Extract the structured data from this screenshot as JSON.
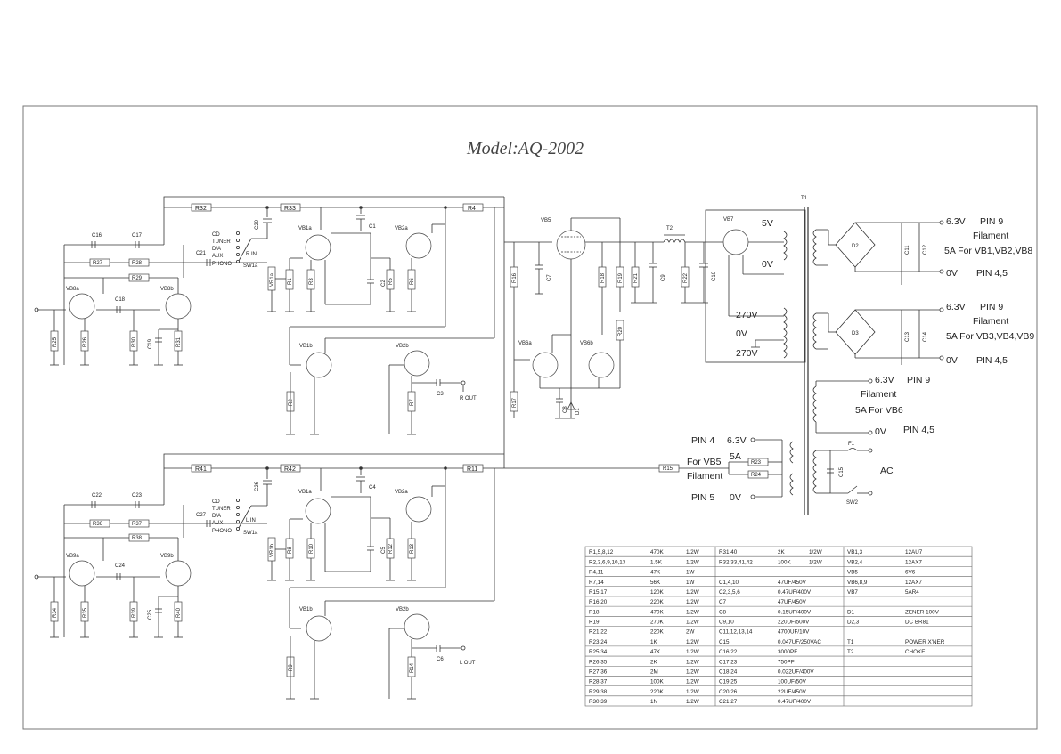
{
  "title": "Model:AQ-2002",
  "tubes": {
    "vb8a": "VB8a",
    "vb8b": "VB8b",
    "vb1a": "VB1a",
    "vb2a": "VB2a",
    "vb1b": "VB1b",
    "vb2b": "VB2b",
    "vb5": "VB5",
    "vb6a": "VB6a",
    "vb6b": "VB6b",
    "vb7": "VB7",
    "vb9a": "VB9a",
    "vb9b": "VB9b",
    "vb1a2": "VB1a",
    "vb2a2": "VB2a",
    "vb1b2": "VB1b",
    "vb2b2": "VB2b"
  },
  "selector": [
    "CD",
    "TUNER",
    "D/A",
    "AUX",
    "PHONO"
  ],
  "selector_labels": {
    "r_in": "R IN",
    "l_in": "L IN",
    "sw_top": "SW1a",
    "sw_bottom": "SW1a"
  },
  "outputs": {
    "r_out": "R OUT",
    "l_out": "L OUT"
  },
  "components_top": {
    "r32": "R32",
    "r33": "R33",
    "r4": "R4",
    "c16": "C16",
    "c17": "C17",
    "r27": "R27",
    "r28": "R28",
    "c21": "C21",
    "r29": "R29",
    "c18": "C18",
    "r25": "R25",
    "r26": "R26",
    "r30": "R30",
    "c19": "C19",
    "r31": "R31",
    "c20": "C20",
    "c1": "C1",
    "vr1a": "VR1a",
    "r1": "R1",
    "r3": "R3",
    "c2": "C2",
    "r5": "R5",
    "r6": "R6",
    "r2": "R2",
    "r7": "R7",
    "c3": "C3"
  },
  "components_bottom": {
    "r41": "R41",
    "r42": "R42",
    "r11": "R11",
    "c22": "C22",
    "c23": "C23",
    "r36": "R36",
    "r37": "R37",
    "c27": "C27",
    "r38": "R38",
    "c24": "C24",
    "r34": "R34",
    "r35": "R35",
    "r39": "R39",
    "c25": "C25",
    "r40": "R40",
    "c26": "C26",
    "c4": "C4",
    "vr1b": "VR1b",
    "r8": "R8",
    "r10": "R10",
    "c5": "C5",
    "r13": "R13",
    "r12": "R12",
    "r9": "R9",
    "r14": "R14",
    "c6": "C6"
  },
  "components_psu": {
    "r16": "R16",
    "c7": "C7",
    "r18": "R18",
    "r19": "R19",
    "r21": "R21",
    "c9": "C9",
    "r22": "R22",
    "c10": "C10",
    "t2": "T2",
    "r17": "R17",
    "r20": "R20",
    "c8": "C8",
    "d1": "D1",
    "r15": "R15",
    "r23": "R23",
    "r24": "R24",
    "d2": "D2",
    "d3": "D3",
    "c11": "C11",
    "c12": "C12",
    "c13": "C13",
    "c14": "C14",
    "c15": "C15",
    "f1": "F1",
    "sw2": "SW2",
    "t1": "T1"
  },
  "psu_text": {
    "v5": "5V",
    "v0a": "0V",
    "v270a": "270V",
    "v0b": "0V",
    "v270b": "270V",
    "f1_v": "6.3V",
    "f1_pin": "PIN 9",
    "f1_fil": "Filament",
    "f1_for": "5A For VB1,VB2,VB8",
    "f1_0v": "0V",
    "f1_pin45": "PIN 4,5",
    "f2_v": "6.3V",
    "f2_pin": "PIN 9",
    "f2_fil": "Filament",
    "f2_for": "5A For VB3,VB4,VB9",
    "f2_0v": "0V",
    "f2_pin45": "PIN 4,5",
    "f3_v": "6.3V",
    "f3_pin": "PIN 9",
    "f3_fil": "Filament",
    "f3_for": "5A For VB6",
    "f3_0v": "0V",
    "f3_pin45": "PIN 4,5",
    "pin4": "PIN 4",
    "v63": "6.3V",
    "a5": "5A",
    "for_vb5": "For VB5",
    "filament": "Filament",
    "pin5": "PIN 5",
    "v0c": "0V",
    "ac": "AC"
  },
  "parts_table": [
    {
      "ref": "R1,5,8,12",
      "val": "470K",
      "w": "1/2W",
      "ref2": "R31,40",
      "val2": "2K",
      "w2": "1/2W",
      "ref3": "VB1,3",
      "val3": "12AU7"
    },
    {
      "ref": "R2,3,6,9,10,13",
      "val": "1.5K",
      "w": "1/2W",
      "ref2": "R32,33,41,42",
      "val2": "100K",
      "w2": "1/2W",
      "ref3": "VB2,4",
      "val3": "12AX7"
    },
    {
      "ref": "R4,11",
      "val": "47K",
      "w": "1W",
      "ref2": "",
      "val2": "",
      "w2": "",
      "ref3": "VB5",
      "val3": "6V6"
    },
    {
      "ref": "R7,14",
      "val": "56K",
      "w": "1W",
      "ref2": "C1,4,10",
      "val2": "47UF/450V",
      "w2": "",
      "ref3": "VB6,8,9",
      "val3": "12AX7"
    },
    {
      "ref": "R15,17",
      "val": "120K",
      "w": "1/2W",
      "ref2": "C2,3,5,6",
      "val2": "0.47UF/400V",
      "w2": "",
      "ref3": "VB7",
      "val3": "5AR4"
    },
    {
      "ref": "R16,20",
      "val": "220K",
      "w": "1/2W",
      "ref2": "C7",
      "val2": "47UF/450V",
      "w2": "",
      "ref3": "",
      "val3": ""
    },
    {
      "ref": "R18",
      "val": "470K",
      "w": "1/2W",
      "ref2": "C8",
      "val2": "0.15UF/400V",
      "w2": "",
      "ref3": "D1",
      "val3": "ZENER 100V"
    },
    {
      "ref": "R19",
      "val": "270K",
      "w": "1/2W",
      "ref2": "C9,10",
      "val2": "220UF/500V",
      "w2": "",
      "ref3": "D2,3",
      "val3": "DC BR81"
    },
    {
      "ref": "R21,22",
      "val": "220K",
      "w": "2W",
      "ref2": "C11,12,13,14",
      "val2": "4700UF/10V",
      "w2": "",
      "ref3": "",
      "val3": ""
    },
    {
      "ref": "R23,24",
      "val": "1K",
      "w": "1/2W",
      "ref2": "C15",
      "val2": "0.047UF/250VAC",
      "w2": "",
      "ref3": "T1",
      "val3": "POWER X'NER"
    },
    {
      "ref": "R25,34",
      "val": "47K",
      "w": "1/2W",
      "ref2": "C16,22",
      "val2": "3000PF",
      "w2": "",
      "ref3": "T2",
      "val3": "CHOKE"
    },
    {
      "ref": "R26,35",
      "val": "2K",
      "w": "1/2W",
      "ref2": "C17,23",
      "val2": "750PF",
      "w2": "",
      "ref3": "",
      "val3": ""
    },
    {
      "ref": "R27,36",
      "val": "2M",
      "w": "1/2W",
      "ref2": "C18,24",
      "val2": "0.022UF/400V",
      "w2": "",
      "ref3": "",
      "val3": ""
    },
    {
      "ref": "R28,37",
      "val": "100K",
      "w": "1/2W",
      "ref2": "C19,25",
      "val2": "100UF/50V",
      "w2": "",
      "ref3": "",
      "val3": ""
    },
    {
      "ref": "R29,38",
      "val": "220K",
      "w": "1/2W",
      "ref2": "C20,26",
      "val2": "22UF/450V",
      "w2": "",
      "ref3": "",
      "val3": ""
    },
    {
      "ref": "R30,39",
      "val": "1N",
      "w": "1/2W",
      "ref2": "C21,27",
      "val2": "0.47UF/400V",
      "w2": "",
      "ref3": "",
      "val3": ""
    }
  ]
}
